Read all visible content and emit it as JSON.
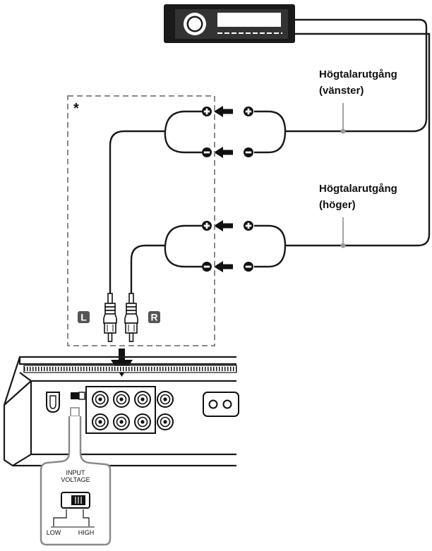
{
  "labels": {
    "left_output": [
      "Högtalarutgång",
      "(vänster)"
    ],
    "right_output": [
      "Högtalarutgång",
      "(höger)"
    ],
    "asterisk": "*",
    "channel_left": "L",
    "channel_right": "R",
    "input_voltage": [
      "INPUT",
      "VOLTAGE"
    ],
    "switch_low": "LOW",
    "switch_high": "HIGH"
  },
  "icons": {
    "head_unit": "car-stereo-icon",
    "plus": "plus-terminal-icon",
    "minus": "minus-terminal-icon",
    "arrow": "arrow-left-icon",
    "rca": "rca-plug-icon",
    "amplifier": "amplifier-icon",
    "switch": "voltage-switch-icon"
  },
  "colors": {
    "line": "#1a1a1a",
    "dashed_box": "#8a8a8a",
    "leader": "#9a9a9a",
    "badge": "#555555"
  }
}
